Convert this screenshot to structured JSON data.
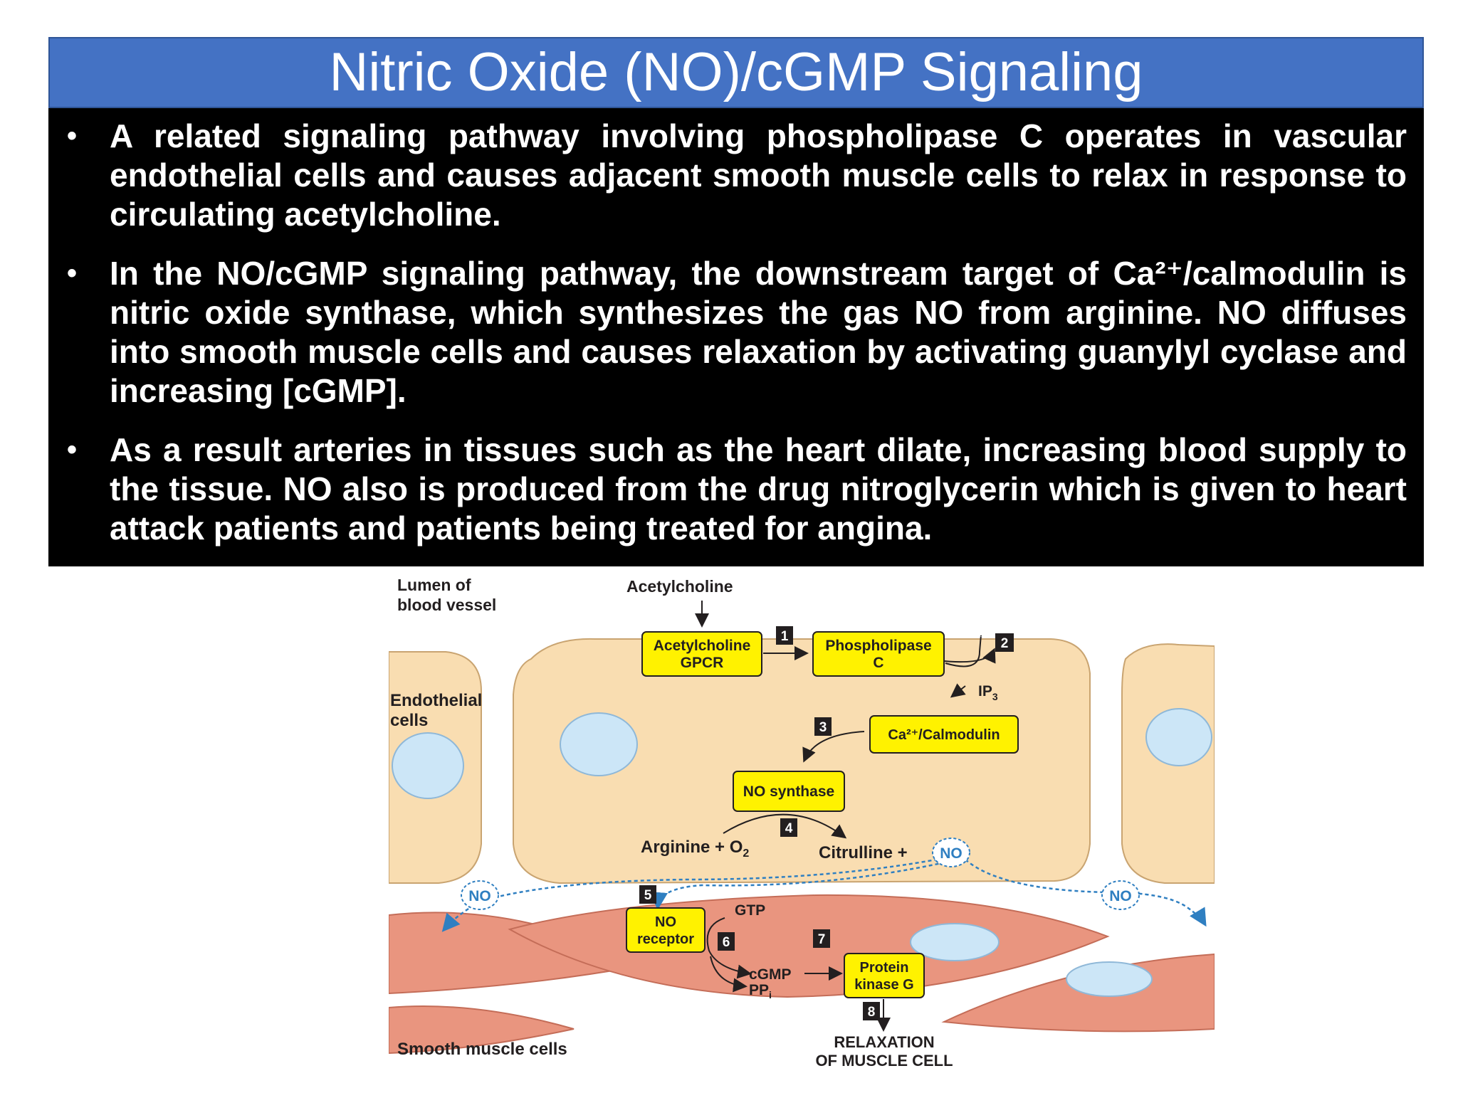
{
  "slide": {
    "title": "Nitric Oxide (NO)/cGMP Signaling",
    "bullets": [
      "A related signaling pathway involving phospholipase C operates in vascular endothelial cells and causes adjacent smooth muscle cells to relax in response to circulating acetylcholine.",
      "In the NO/cGMP signaling pathway, the downstream target of Ca²⁺/calmodulin is nitric oxide synthase, which synthesizes the gas NO from arginine. NO diffuses into smooth muscle cells and causes relaxation by activating guanylyl cyclase and increasing [cGMP].",
      "As a result arteries in tissues such as the heart dilate, increasing blood supply to the tissue. NO also is produced from the drug nitroglycerin which is given to heart attack patients and patients being treated for angina."
    ],
    "bullet_symbol": "•"
  },
  "diagram": {
    "labels": {
      "lumen_line1": "Lumen of",
      "lumen_line2": "blood vessel",
      "endothelial_line1": "Endothelial",
      "endothelial_line2": "cells",
      "smooth_muscle": "Smooth muscle cells",
      "acetylcholine": "Acetylcholine",
      "ip3": "IP",
      "ip3_sub": "3",
      "arginine": "Arginine + O",
      "arginine_sub": "2",
      "citrulline": "Citrulline +",
      "gtp": "GTP",
      "cgmp": "cGMP",
      "ppi": "PP",
      "ppi_sub": "i",
      "relaxation_line1": "RELAXATION",
      "relaxation_line2": "OF MUSCLE CELL",
      "no": "NO"
    },
    "boxes": {
      "gpcr_line1": "Acetylcholine",
      "gpcr_line2": "GPCR",
      "plc_line1": "Phospholipase",
      "plc_line2": "C",
      "calmodulin": "Ca²⁺/Calmodulin",
      "no_synthase": "NO synthase",
      "no_receptor_line1": "NO",
      "no_receptor_line2": "receptor",
      "pkg_line1": "Protein",
      "pkg_line2": "kinase G"
    },
    "steps": [
      "1",
      "2",
      "3",
      "4",
      "5",
      "6",
      "7",
      "8"
    ],
    "colors": {
      "title_bar": "#4472c4",
      "panel": "#000000",
      "endothelial": "#f9ddb1",
      "muscle": "#e9957f",
      "box_fill": "#fff200",
      "nucleus": "#cce6f7",
      "no_blue": "#2f7fc1"
    }
  }
}
